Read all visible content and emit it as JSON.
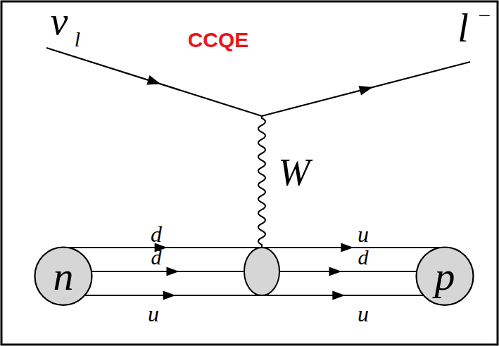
{
  "diagram": {
    "title": "CCQE",
    "nodes": [
      {
        "text": [
          "n"
        ]
      },
      {
        "text": [
          "p"
        ]
      }
    ],
    "edges": [
      {
        "from": 0,
        "to": 1,
        "arrow": "to"
      },
      {
        "from": 0,
        "to": 1,
        "arrow": "to"
      },
      {
        "from": 0,
        "to": 1,
        "arrow": "to"
      }
    ],
    "labels": [
      "ν",
      "l",
      "l",
      "−",
      "W",
      "d",
      "u",
      "d",
      "d",
      "u",
      "u"
    ]
  }
}
